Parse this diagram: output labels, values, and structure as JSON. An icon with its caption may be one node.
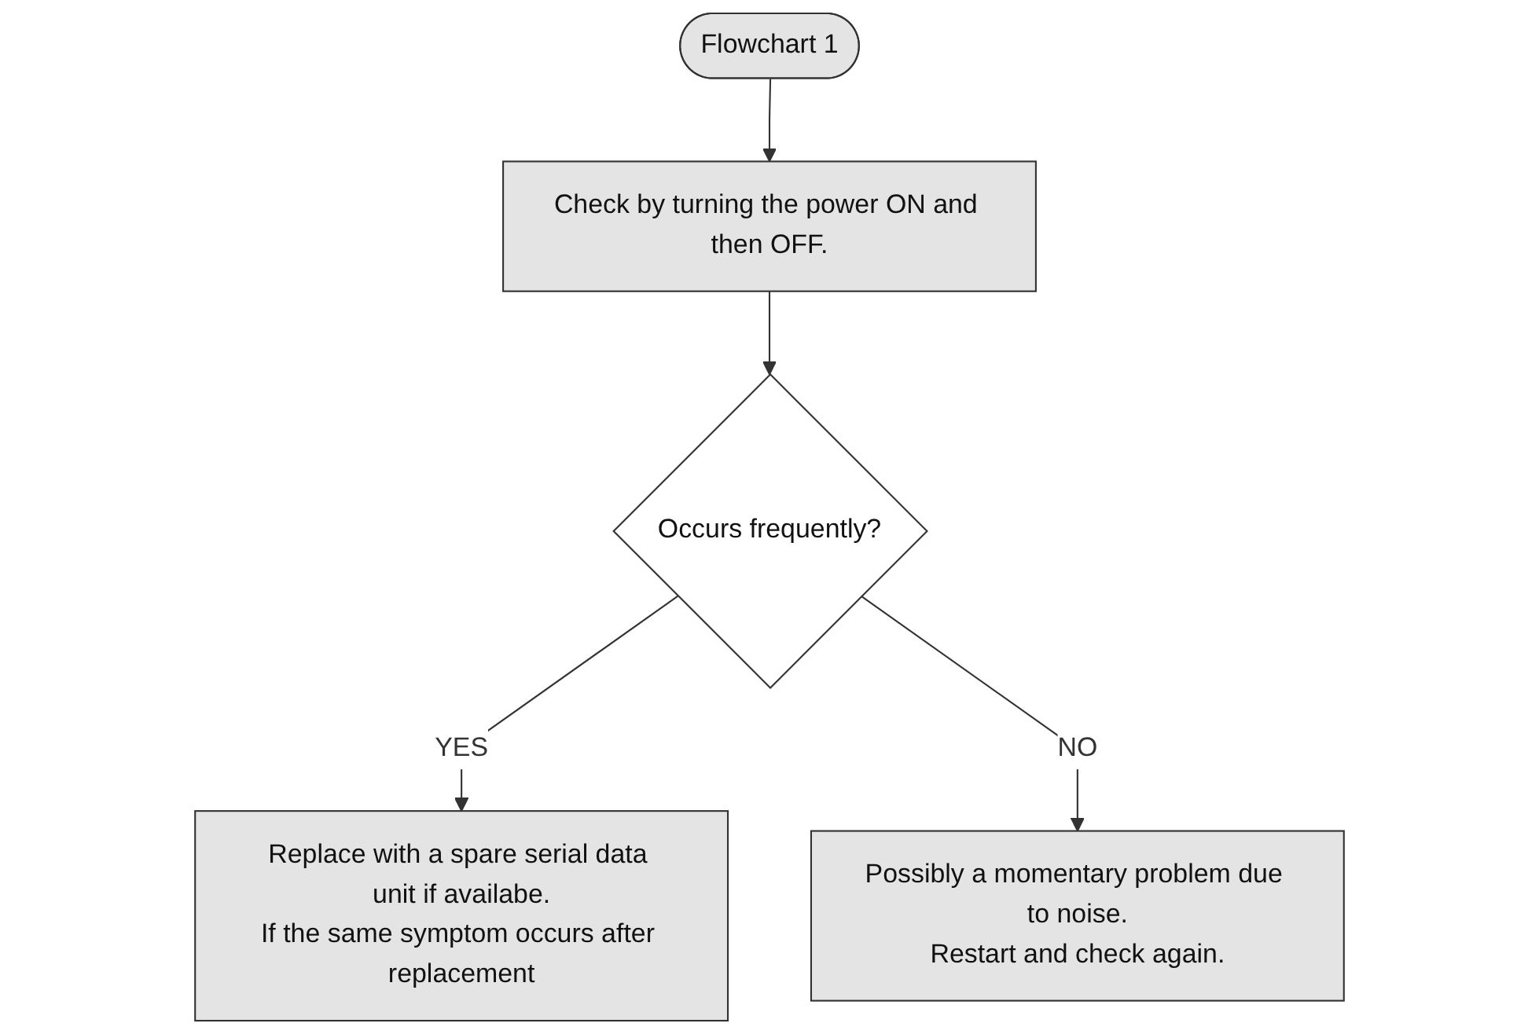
{
  "diagram": {
    "nodes": [
      {
        "text": [
          "Flowchart 1"
        ]
      },
      {
        "text": [
          "Check by turning the power ON and then OFF."
        ]
      },
      {
        "text": [
          "Occurs frequently?"
        ]
      },
      {
        "text": [
          "Replace with a spare serial data unit if availabe.",
          "If the same symptom occurs after replacement"
        ]
      },
      {
        "text": [
          "Possibly a momentary problem due to noise.",
          "Restart and check again."
        ]
      }
    ],
    "edges": [
      {
        "from": 0,
        "to": 1,
        "arrow": "to"
      },
      {
        "from": 1,
        "to": 2,
        "arrow": "to"
      },
      {
        "from": 2,
        "to": 3,
        "arrow": "to",
        "label": "YES"
      },
      {
        "from": 2,
        "to": 4,
        "arrow": "to",
        "label": "NO"
      }
    ]
  }
}
